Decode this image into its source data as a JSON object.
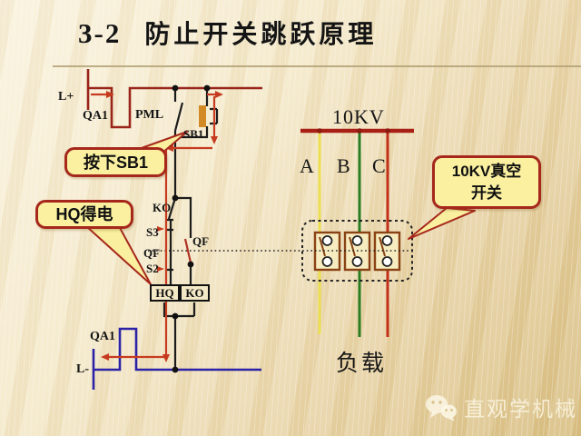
{
  "title": {
    "number": "3-2",
    "text": "防止开关跳跃原理"
  },
  "control_circuit": {
    "labels": {
      "l_plus": "L+",
      "qa1_top": "QA1",
      "pml": "PML",
      "sb1": "SB1",
      "ko_contact": "KO",
      "s3": "S3",
      "qf_left": "QF",
      "s2": "S2",
      "qf_right": "QF",
      "qa1_bottom": "QA1",
      "l_minus": "L-"
    },
    "coils": {
      "hq": "HQ",
      "ko": "KO"
    }
  },
  "callouts": {
    "press_sb1": "按下SB1",
    "hq_energized": "HQ得电",
    "vacuum_switch": [
      "10KV真空",
      "开关"
    ]
  },
  "power_circuit": {
    "bus_label": "10KV",
    "phases": [
      "A",
      "B",
      "C"
    ],
    "load_label": "负载"
  },
  "watermark": {
    "brand": "直观学机械",
    "icon": "wechat-icon"
  },
  "colors": {
    "background_top": "#f9f2dd",
    "background_bottom": "#d7bc7e",
    "wire_dark_red": "#99241a",
    "arrow_red": "#c63b20",
    "wire_black": "#1c1c1c",
    "wire_blue": "#2b22a6",
    "phase_a_yellow": "#ecdf52",
    "phase_b_green": "#2a7d22",
    "phase_c_red": "#c23018",
    "bus_red": "#a82015",
    "callout_fill": "#faf0a0",
    "callout_border": "#a6281c",
    "contact_box_fill": "#f6ecc0",
    "contact_box_border": "#8a4214"
  }
}
